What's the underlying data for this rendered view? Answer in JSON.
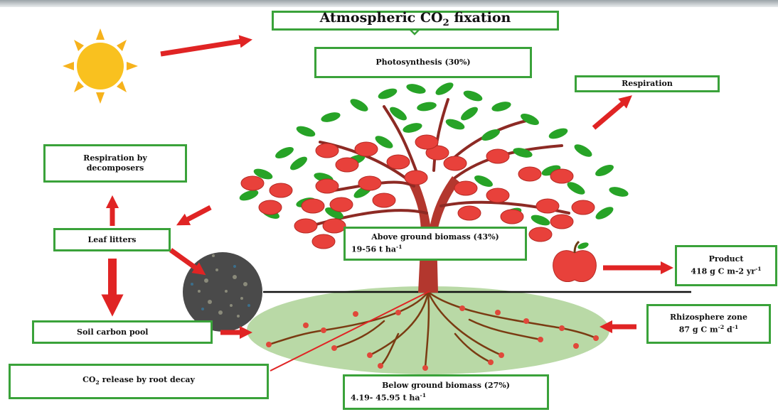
{
  "title": {
    "prefix": "Atmospheric CO",
    "sub": "2",
    "suffix": " fixation"
  },
  "labels": {
    "photosynthesis": "Photosynthesis (30%)",
    "respiration": "Respiration",
    "respiration_decomposers_l1": "Respiration by",
    "respiration_decomposers_l2": "decomposers",
    "leaf_litters": "Leaf litters",
    "above_ground_l1": "Above ground biomass (43%)",
    "above_ground_l2_value": "19-56 t ha",
    "above_ground_l2_sup": "-1",
    "product_l1": "Product",
    "product_l2_value": "418  g C m-2 yr",
    "product_l2_sup": "-1",
    "soil_carbon_pool": "Soil carbon pool",
    "rhizosphere_l1": "Rhizosphere zone",
    "rhizosphere_l2_a": "87 g C m",
    "rhizosphere_l2_sup1": "-2",
    "rhizosphere_l2_b": " d",
    "rhizosphere_l2_sup2": "-1",
    "co2_release_a": "CO",
    "co2_release_sub": "2",
    "co2_release_b": " release by root decay",
    "below_ground_l1": "Below ground biomass (27%)",
    "below_ground_l2_value": "4.19- 45.95 t ha",
    "below_ground_l2_sup": "-1"
  },
  "icons": [
    "sun-icon",
    "apple-tree-icon",
    "apple-icon",
    "leaf-litter-icon",
    "rhizosphere-icon"
  ],
  "colors": {
    "box_border": "#3aa23a",
    "arrow": "#e02424",
    "leaf": "#27a327",
    "fruit": "#e8413b",
    "trunk": "#b3372e",
    "soil": "#b9d9a6",
    "sun": "#f6b21c"
  }
}
